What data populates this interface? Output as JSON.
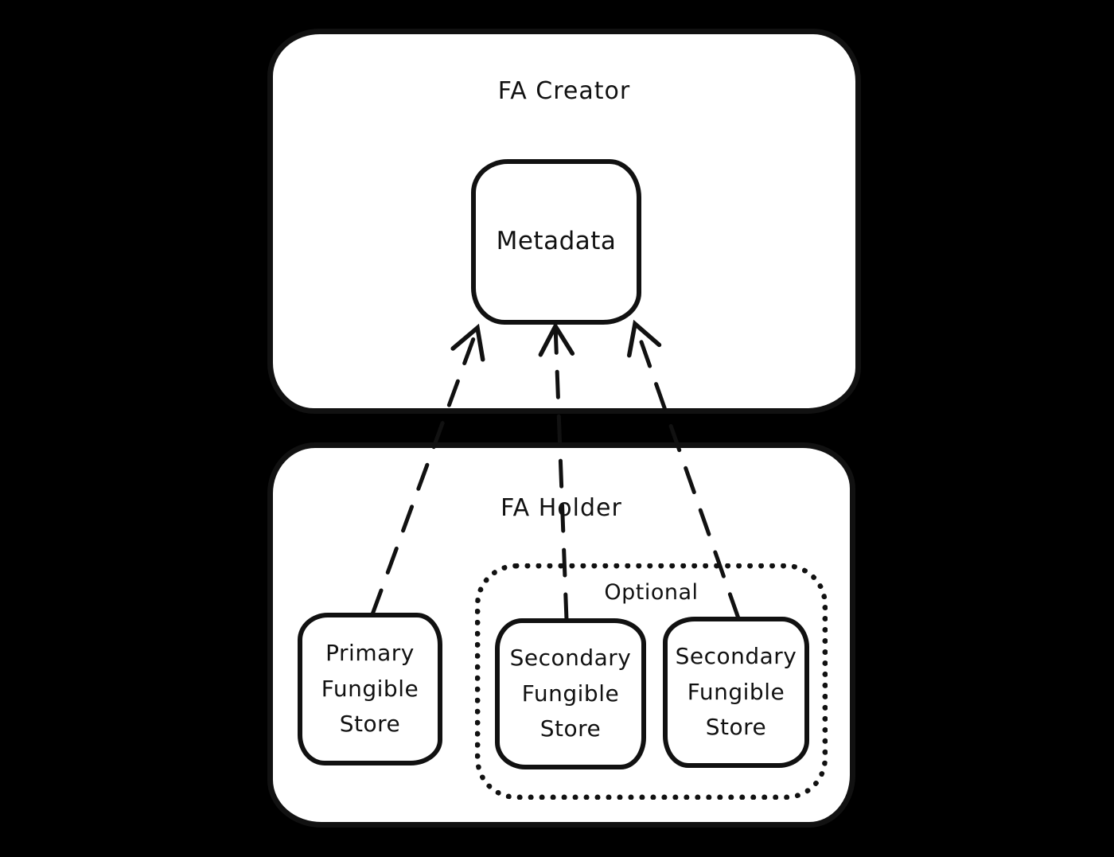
{
  "diagram": {
    "colors": {
      "background": "#000000",
      "box_fill": "#ffffff",
      "stroke": "#111111"
    },
    "fa_creator": {
      "label": "FA Creator",
      "metadata": {
        "label": "Metadata"
      }
    },
    "fa_holder": {
      "label": "FA Holder",
      "primary_store": {
        "label": "Primary Fungible Store"
      },
      "optional_group": {
        "label": "Optional",
        "stores": [
          {
            "label": "Secondary Fungible Store"
          },
          {
            "label": "Secondary Fungible Store"
          }
        ]
      }
    }
  }
}
